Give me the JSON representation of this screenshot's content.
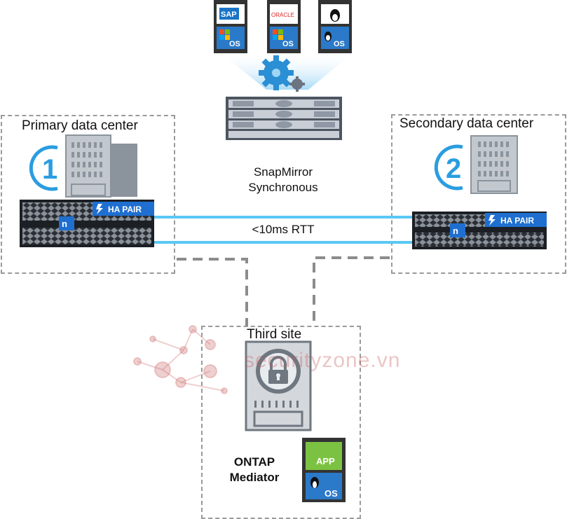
{
  "sites": {
    "primary": {
      "label": "Primary data center",
      "number": "1",
      "array_badge": "HA PAIR"
    },
    "secondary": {
      "label": "Secondary data center",
      "number": "2",
      "array_badge": "HA PAIR"
    },
    "third": {
      "label": "Third site",
      "mediator_line1": "ONTAP",
      "mediator_line2": "Mediator"
    }
  },
  "replication": {
    "line1": "SnapMirror",
    "line2": "Synchronous",
    "latency": "<10ms RTT"
  },
  "apps": [
    {
      "name": "SAP",
      "os": "OS",
      "os_icon": "windows-logo-icon"
    },
    {
      "name": "ORACLE",
      "os": "OS",
      "os_icon": "windows-logo-icon"
    },
    {
      "name": "linux",
      "os": "OS",
      "os_icon": "linux-tux-icon"
    }
  ],
  "mediator_app": {
    "app": "APP",
    "os": "OS"
  },
  "watermark": "securityzone.vn",
  "colors": {
    "link": "#5ac8f5",
    "badge": "#1f6fd1",
    "gear": "#2a8fd4",
    "app_green": "#7cc242",
    "dash": "#8c8c8c"
  }
}
